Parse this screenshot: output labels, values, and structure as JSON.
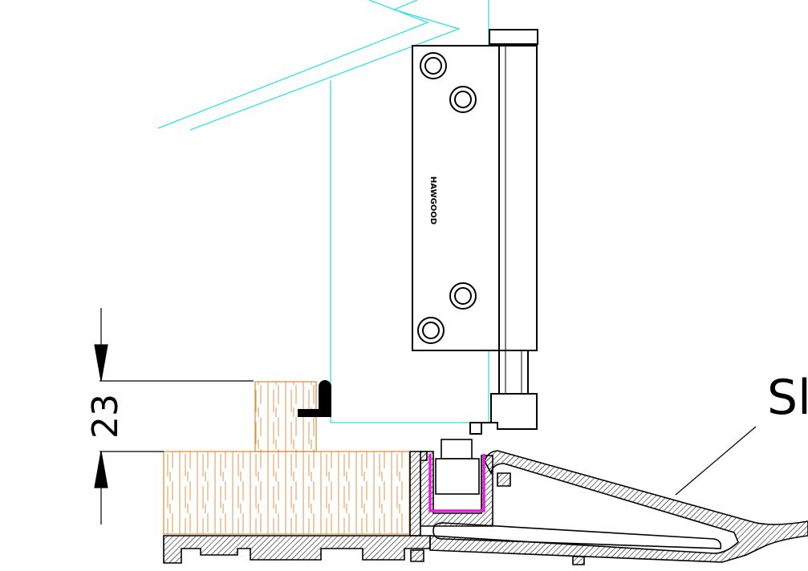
{
  "dimension": {
    "value": "23"
  },
  "callout": {
    "text": "Sl"
  },
  "hinge": {
    "brand_mark": "HAWGOOD"
  },
  "colors": {
    "glass": "#33e0e6",
    "wood": "#d9883a",
    "seal": "#e020d8",
    "line": "#000000"
  }
}
